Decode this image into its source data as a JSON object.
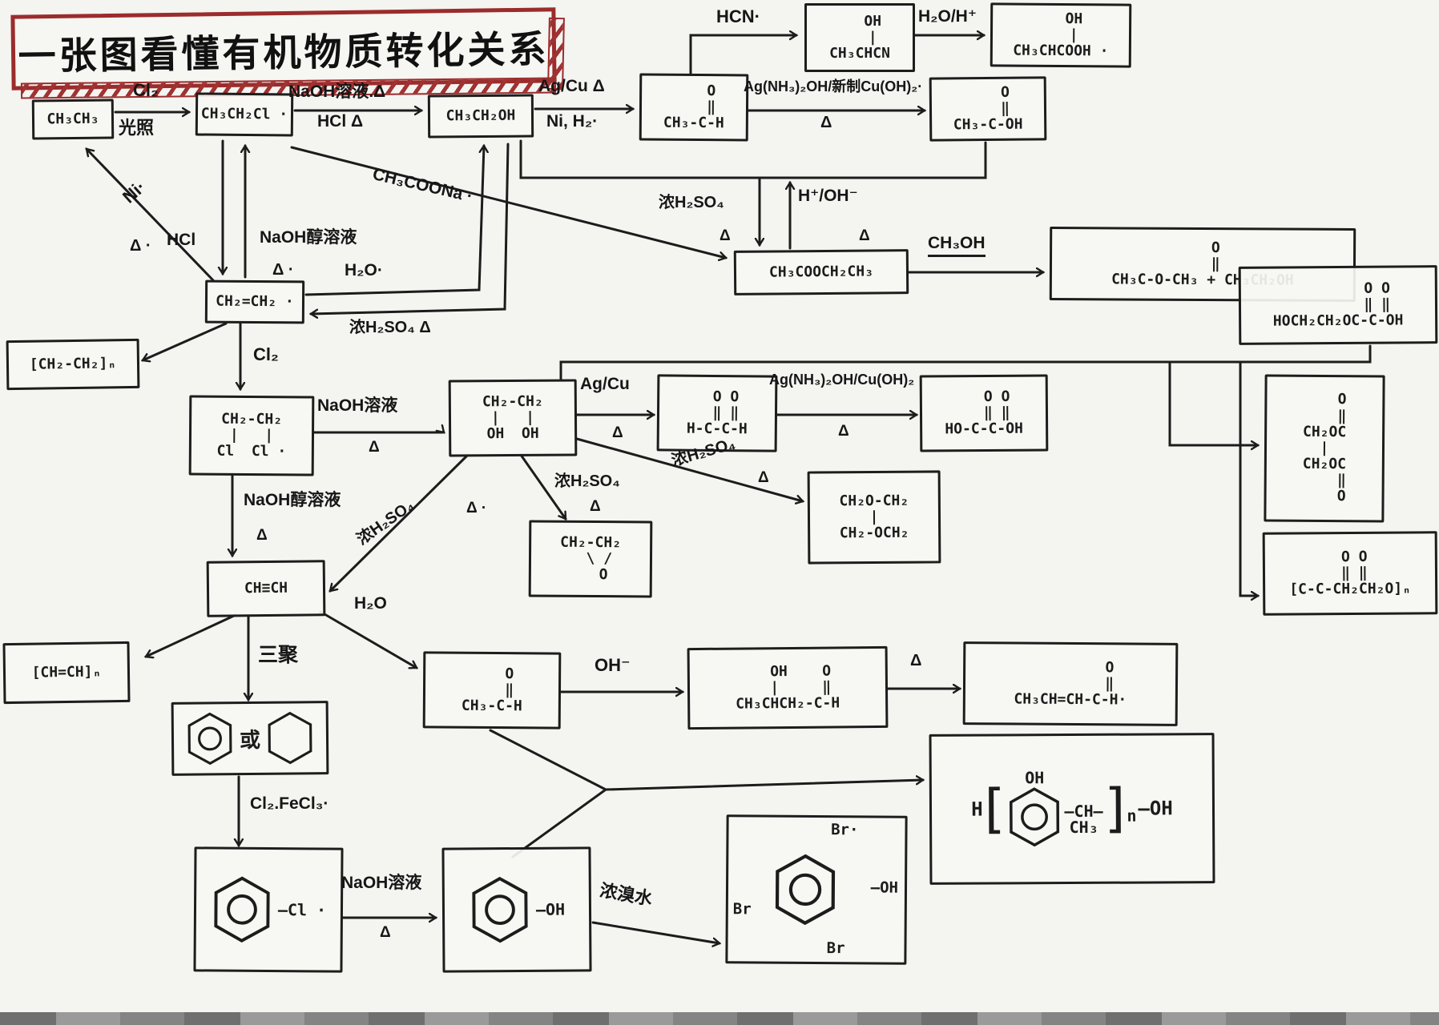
{
  "title": {
    "text": "一张图看懂有机物质转化关系"
  },
  "colors": {
    "ink": "#1c1c1c",
    "title_red": "#9b2c2c",
    "paper": "#f4f4f1"
  },
  "nodes": {
    "ethane": {
      "lines": [
        "CH₃CH₃"
      ]
    },
    "chloroethane": {
      "lines": [
        "CH₃CH₂Cl ·"
      ]
    },
    "ethanol": {
      "lines": [
        "CH₃CH₂OH"
      ]
    },
    "acetaldehyde": {
      "lines": [
        "    O",
        "    ‖",
        "CH₃-C-H"
      ]
    },
    "acetic_acid": {
      "lines": [
        "    O",
        "    ‖",
        "CH₃-C-OH"
      ]
    },
    "cyanohydrin": {
      "lines": [
        "   OH",
        "   |",
        "CH₃CHCN"
      ]
    },
    "hydroxy_acid": {
      "lines": [
        "   OH",
        "   |",
        "CH₃CHCOOH ·"
      ]
    },
    "ester": {
      "lines": [
        "CH₃COOCH₂CH₃"
      ]
    },
    "transester": {
      "lines": [
        "   O",
        "   ‖",
        "CH₃C-O-CH₃ + CH₃CH₂OH"
      ]
    },
    "hydroxy_ester": {
      "lines": [
        "         O O",
        "         ‖ ‖",
        "HOCH₂CH₂OC-C-OH"
      ]
    },
    "ethylene": {
      "lines": [
        "CH₂=CH₂ ·"
      ]
    },
    "polyethylene": {
      "lines": [
        "[CH₂-CH₂]ₙ"
      ]
    },
    "dichloroethane": {
      "lines": [
        "CH₂-CH₂",
        "|   |",
        "Cl  Cl ·"
      ]
    },
    "glycol": {
      "lines": [
        "CH₂-CH₂",
        "|   |",
        "OH  OH"
      ]
    },
    "glyoxal": {
      "lines": [
        "  O O",
        "  ‖ ‖",
        "H-C-C-H"
      ]
    },
    "oxalic_acid": {
      "lines": [
        "   O O",
        "   ‖ ‖",
        "HO-C-C-OH"
      ]
    },
    "cyclic_diester": {
      "lines": [
        "    O",
        "    ‖",
        "CH₂OC",
        "|",
        "CH₂OC",
        "    ‖",
        "    O"
      ]
    },
    "polyester": {
      "lines": [
        " O O",
        " ‖ ‖",
        "[C-C-CH₂CH₂O]ₙ"
      ]
    },
    "acetylene": {
      "lines": [
        "CH≡CH"
      ]
    },
    "polyacetylene": {
      "lines": [
        "[CH=CH]ₙ"
      ]
    },
    "epoxide": {
      "lines": [
        "CH₂-CH₂",
        "  \\ /",
        "   O"
      ]
    },
    "dioxane": {
      "lines": [
        "CH₂O-CH₂",
        "|",
        "CH₂-OCH₂"
      ]
    },
    "acetaldehyde2": {
      "lines": [
        "    O",
        "    ‖",
        "CH₃-C-H"
      ]
    },
    "aldol": {
      "lines": [
        "   OH    O",
        "   |     ‖",
        "CH₃CHCH₂-C-H"
      ]
    },
    "crotonaldehyde": {
      "lines": [
        "         O",
        "         ‖",
        "CH₃CH=CH-C-H·"
      ]
    },
    "benzene": {
      "or": "或"
    },
    "chlorobenzene": {
      "substituent": "—Cl ·"
    },
    "phenol": {
      "substituent": "—OH"
    },
    "tribromophenol": {
      "br_top": "Br·",
      "br_left": "Br",
      "oh": "—OH",
      "br_bottom": "Br"
    },
    "phenolic_resin": {
      "h": "H",
      "oh_top": "OH",
      "ch": "—CH—",
      "ch3": "CH₃",
      "n": "n",
      "oh_end": "—OH",
      "bracket_l": "[",
      "bracket_r": "]"
    }
  },
  "labels": {
    "cl2_a": "Cl₂",
    "guangzhao": "光照",
    "naoh_sol_d": "NaOH溶液.Δ",
    "hcl_d": "HCl    Δ",
    "agcu_d": "Ag/Cu  Δ",
    "ni_h2": "Ni, H₂·",
    "tollens_new": "Ag(NH₃)₂OH/新制Cu(OH)₂·",
    "d1": "Δ",
    "hcn": "HCN·",
    "h2o_h": "H₂O/H⁺",
    "ch3coona": "CH₃COONa ·",
    "ni": "Ni·",
    "d2": "Δ ·",
    "hcl2": "HCl",
    "naoh_alc1": "NaOH醇溶液",
    "d3": "Δ ·",
    "h2o1": "H₂O·",
    "conc_h2so4_d": "浓H₂SO₄  Δ",
    "conc_h2so4_v": "浓H₂SO₄",
    "d4": "Δ",
    "h_oh": "H⁺/OH⁻",
    "d5": "Δ",
    "ch3oh": "CH₃OH",
    "cl2_b": "Cl₂",
    "naoh_sol2": "NaOH溶液",
    "d6": "Δ",
    "agcu2": "Ag/Cu",
    "d7": "Δ",
    "tollens2": "Ag(NH₃)₂OH/Cu(OH)₂",
    "d8": "Δ",
    "naoh_alc2": "NaOH醇溶液",
    "d9": "Δ",
    "conc_h2so4_diag": "浓H₂SO₄",
    "d10": "Δ ·",
    "conc_h2so4_ep": "浓H₂SO₄",
    "d11": "Δ",
    "conc_h2so4_diox": "浓H₂SO₄",
    "d12": "Δ",
    "sanju": "三聚",
    "h2o2": "H₂O",
    "oh_minus": "OH⁻",
    "d13": "Δ",
    "cl2_fecl3": "Cl₂.FeCl₃·",
    "naoh_sol3": "NaOH溶液",
    "d14": "Δ",
    "nong_xiushui": "浓溴水"
  }
}
